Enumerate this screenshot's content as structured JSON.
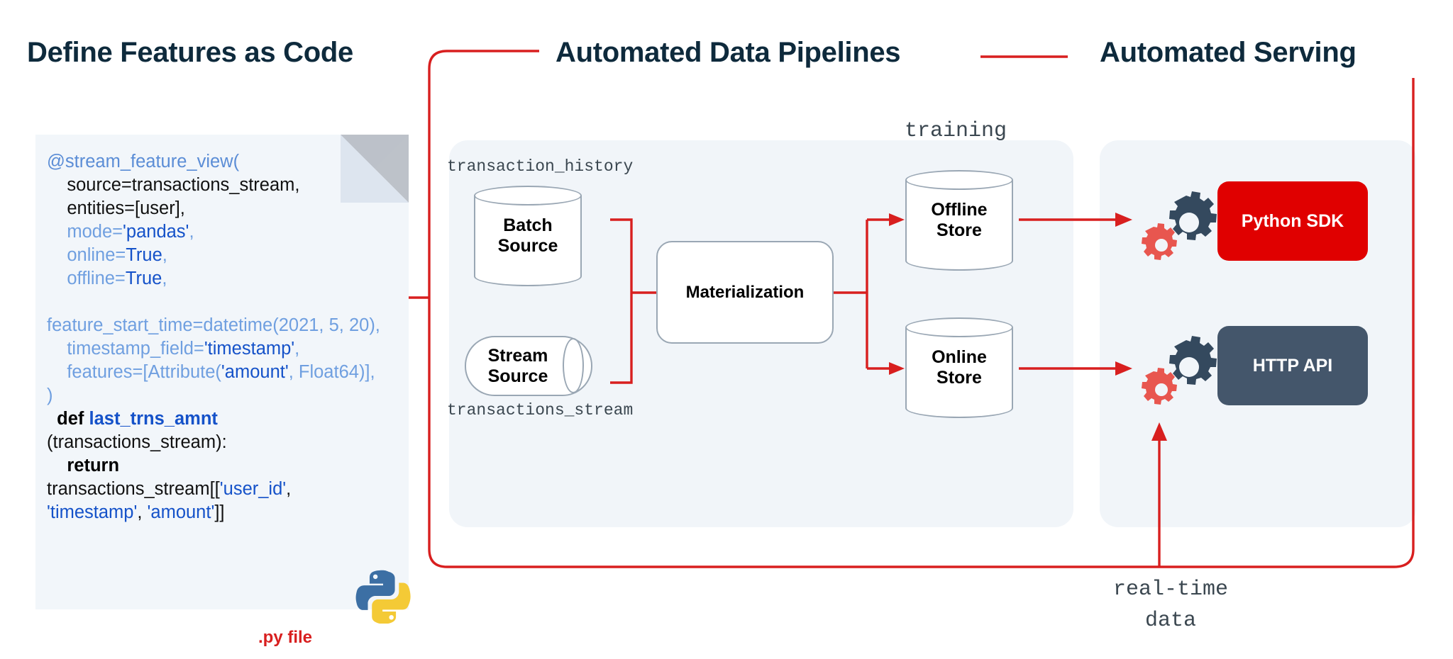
{
  "headings": {
    "define": "Define Features as Code",
    "pipelines": "Automated Data Pipelines",
    "serving": "Automated Serving"
  },
  "code_card": {
    "file_label": ".py file",
    "python_logo_icon": "python-logo-icon",
    "lines": [
      "@stream_feature_view(",
      "    source=transactions_stream,",
      "    entities=[user],",
      "    mode='pandas',",
      "    online=True,",
      "    offline=True,",
      "",
      "feature_start_time=datetime(2021, 5, 20),",
      "    timestamp_field='timestamp',",
      "    features=[Attribute('amount', Float64)],",
      ")",
      "  def last_trns_amnt(transactions_stream):",
      "      return transactions_stream[['user_id', 'timestamp', 'amount']]"
    ]
  },
  "pipeline": {
    "source_group_top_label": "transaction_history",
    "source_group_bottom_label": "transactions_stream",
    "batch_source": "Batch\nSource",
    "stream_source": "Stream\nSource",
    "materialization": "Materialization",
    "training_label": "training",
    "offline_store": "Offline\nStore",
    "online_store": "Online\nStore"
  },
  "serving": {
    "python_sdk": "Python SDK",
    "http_api": "HTTP API",
    "realtime_label": "real-time\ndata",
    "gears_icon": "gears-icon"
  },
  "colors": {
    "heading": "#0e2a3c",
    "accent_red": "#d81f1f",
    "python_sdk_bg": "#e00000",
    "http_api_bg": "#44566b",
    "panel_bg": "#f1f5f9",
    "code_bg": "#f2f6fa",
    "cylinder_stroke": "#9aa7b4",
    "mono_text": "#3b4750",
    "gear_dark": "#34495e",
    "gear_red": "#e8564f"
  }
}
